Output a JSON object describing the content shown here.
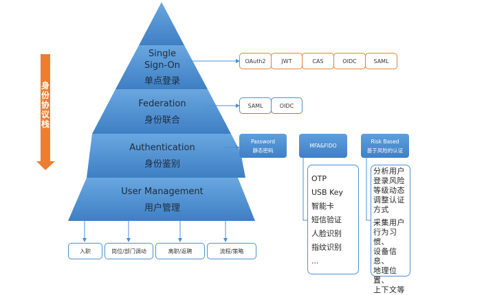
{
  "stack_label": "身份协议栈",
  "colors": {
    "layer_blue": "#4f90d2",
    "accent_orange": "#ed7d31",
    "box_border_blue": "#4a8fd0"
  },
  "pyramid": {
    "layers": [
      {
        "en_line1": "Single",
        "en_line2": "Sign-On",
        "cn": "单点登录"
      },
      {
        "en": "Federation",
        "cn": "身份联合"
      },
      {
        "en": "Authentication",
        "cn": "身份鉴别"
      },
      {
        "en": "User Management",
        "cn": "用户管理"
      }
    ]
  },
  "sso_protocols": [
    "OAuth2",
    "JWT",
    "CAS",
    "OIDC",
    "SAML"
  ],
  "federation_protocols": [
    "SAML",
    "OIDC"
  ],
  "auth_methods": [
    {
      "line1": "Password",
      "line2": "静态密码"
    },
    {
      "line1": "MFA&FIDO",
      "line2": ""
    },
    {
      "line1": "Risk Based",
      "line2": "基于风险的认证"
    }
  ],
  "mfa_list": [
    "OTP",
    "USB Key",
    "智能卡",
    "短信验证",
    "人脸识别",
    "指纹识别",
    "..."
  ],
  "risk_list": {
    "para1": [
      "分析用户",
      "登录风险",
      "等级动态",
      "调整认证",
      "方式"
    ],
    "para2": [
      "采集用户",
      "行为习惯、",
      "设备信息、",
      "地理位置、",
      "上下文等"
    ]
  },
  "user_mgmt_items": [
    "入职",
    "岗位/部门调动",
    "离职/返聘",
    "流程/策略"
  ]
}
